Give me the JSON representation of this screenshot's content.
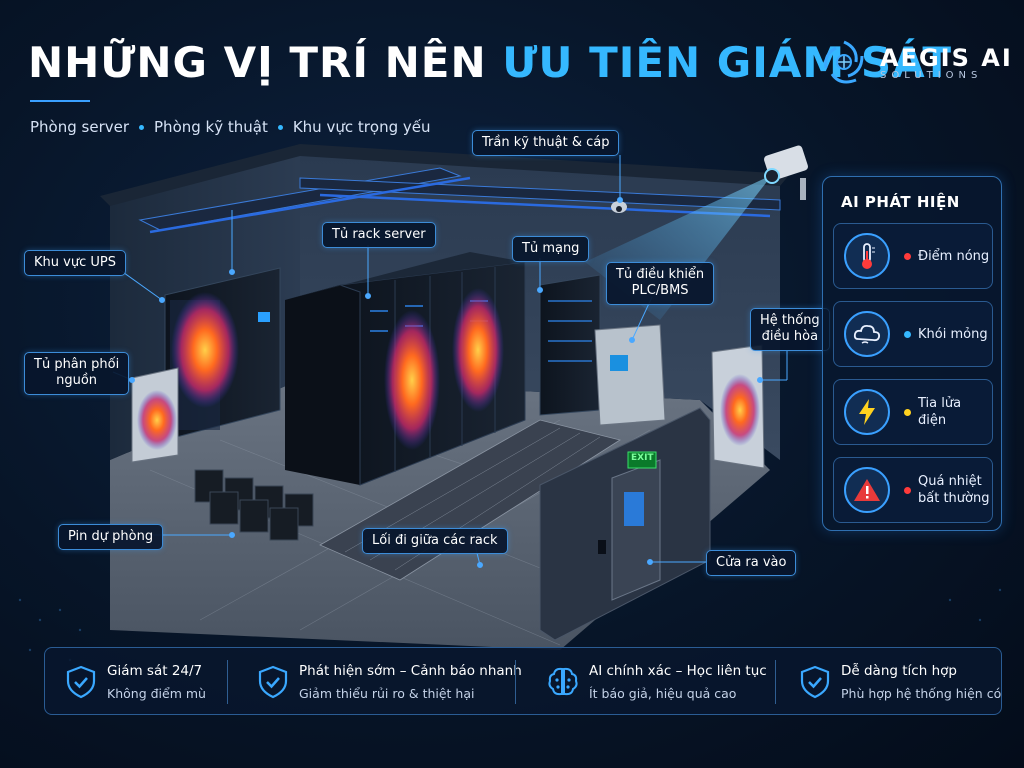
{
  "header": {
    "title_part1": "NHỮNG VỊ TRÍ NÊN ",
    "title_part2": "ƯU TIÊN GIÁM SÁT",
    "subtitle_items": [
      "Phòng server",
      "Phòng kỹ thuật",
      "Khu vực trọng yếu"
    ]
  },
  "logo": {
    "name": "AEGIS AI",
    "tagline": "SOLUTIONS"
  },
  "callouts": {
    "ceiling": "Trần kỹ thuật & cáp",
    "ups": "Khu vực UPS",
    "rack": "Tủ rack server",
    "network": "Tủ mạng",
    "plc_line1": "Tủ điều khiển",
    "plc_line2": "PLC/BMS",
    "power_line1": "Tủ phân phối",
    "power_line2": "nguồn",
    "ac_line1": "Hệ thống",
    "ac_line2": "điều hòa",
    "battery": "Pin dự phòng",
    "aisle": "Lối đi giữa các rack",
    "door": "Cửa ra vào",
    "exit_sign": "EXIT"
  },
  "ai_panel": {
    "title": "AI PHÁT HIỆN",
    "items": [
      {
        "icon": "thermometer-icon",
        "label": "Điểm nóng",
        "dot_color": "#ff3b3b"
      },
      {
        "icon": "smoke-icon",
        "label": "Khói mỏng",
        "dot_color": "#35b8ff"
      },
      {
        "icon": "lightning-icon",
        "label": "Tia lửa điện",
        "dot_color": "#ffd21f"
      },
      {
        "icon": "warning-icon",
        "label_line1": "Quá nhiệt",
        "label_line2": "bất thường",
        "dot_color": "#ff3b3b"
      }
    ]
  },
  "features": [
    {
      "icon": "shield-check-icon",
      "title": "Giám sát 24/7",
      "desc": "Không điểm mù"
    },
    {
      "icon": "shield-check-icon",
      "title": "Phát hiện sớm – Cảnh báo nhanh",
      "desc": "Giảm thiểu rủi ro & thiệt hại"
    },
    {
      "icon": "brain-icon",
      "title": "AI chính xác – Học liên tục",
      "desc": "Ít báo giả, hiệu quả cao"
    },
    {
      "icon": "shield-check-icon",
      "title": "Dễ dàng tích hợp",
      "desc": "Phù hợp hệ thống hiện có"
    }
  ],
  "colors": {
    "accent": "#35b8ff",
    "heat": "#ff5a1f",
    "background": "#071528"
  }
}
